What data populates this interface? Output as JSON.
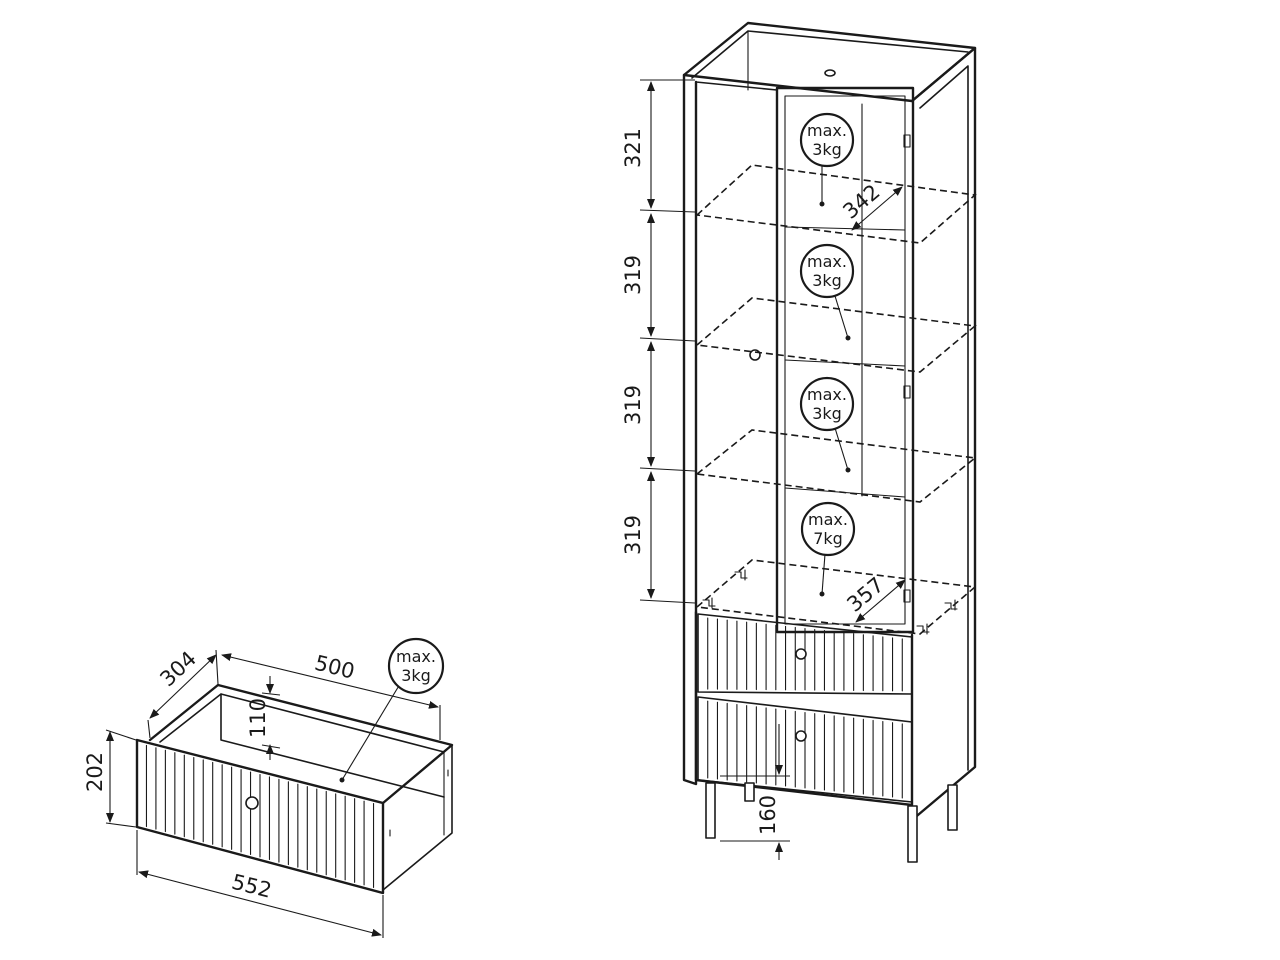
{
  "dimensions": {
    "cabinet_shelf_1_height": "321",
    "cabinet_shelf_2_height": "319",
    "cabinet_shelf_3_height": "319",
    "cabinet_shelf_4_height": "319",
    "cabinet_shelf_depth": "342",
    "cabinet_base_depth": "357",
    "cabinet_leg_height": "160",
    "drawer_depth": "304",
    "drawer_inner_width": "500",
    "drawer_inner_height": "110",
    "drawer_front_height": "202",
    "drawer_front_width": "552"
  },
  "load_badges": {
    "shelf_1": {
      "line1": "max.",
      "line2": "3kg"
    },
    "shelf_2": {
      "line1": "max.",
      "line2": "3kg"
    },
    "shelf_3": {
      "line1": "max.",
      "line2": "3kg"
    },
    "shelf_4": {
      "line1": "max.",
      "line2": "7kg"
    },
    "drawer": {
      "line1": "max.",
      "line2": "3kg"
    }
  }
}
